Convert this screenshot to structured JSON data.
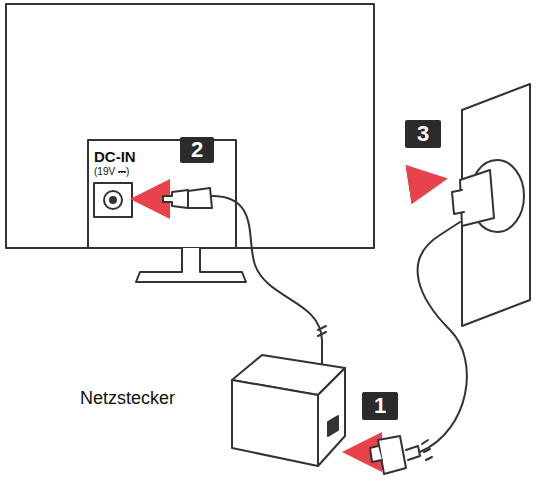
{
  "diagram": {
    "nodes": [
      {
        "text": [
          "DC-IN",
          "(19V ⎓)"
        ]
      }
    ],
    "labels": [
      "2",
      "3",
      "Netzstecker",
      "1"
    ]
  }
}
